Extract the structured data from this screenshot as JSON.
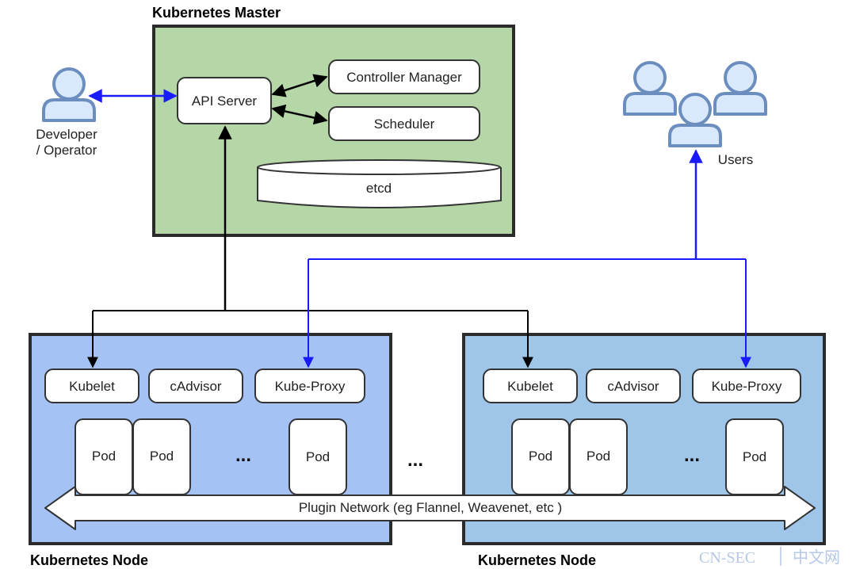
{
  "master": {
    "title": "Kubernetes Master",
    "api_server": "API Server",
    "controller_manager": "Controller Manager",
    "scheduler": "Scheduler",
    "etcd": "etcd"
  },
  "developer": {
    "label_line1": "Developer",
    "label_line2": "/ Operator"
  },
  "users": {
    "label": "Users"
  },
  "nodes": [
    {
      "title": "Kubernetes Node",
      "kubelet": "Kubelet",
      "cadvisor": "cAdvisor",
      "kube_proxy": "Kube-Proxy",
      "pods": [
        "Pod",
        "Pod",
        "Pod"
      ],
      "ellipsis": "..."
    },
    {
      "title": "Kubernetes Node",
      "kubelet": "Kubelet",
      "cadvisor": "cAdvisor",
      "kube_proxy": "Kube-Proxy",
      "pods": [
        "Pod",
        "Pod",
        "Pod"
      ],
      "ellipsis": "..."
    }
  ],
  "between_nodes": "...",
  "network": {
    "label": "Plugin Network (eg Flannel, Weavenet, etc )"
  },
  "watermark": {
    "left": "CN-SEC",
    "right": "中文网"
  },
  "colors": {
    "master_fill": "#b5d6a7",
    "node1_fill": "#a4c2f4",
    "node2_fill": "#9fc5e8",
    "person_fill": "#dae8fc",
    "person_stroke": "#6c8ebf",
    "blue_arrow": "#1a1aff"
  }
}
